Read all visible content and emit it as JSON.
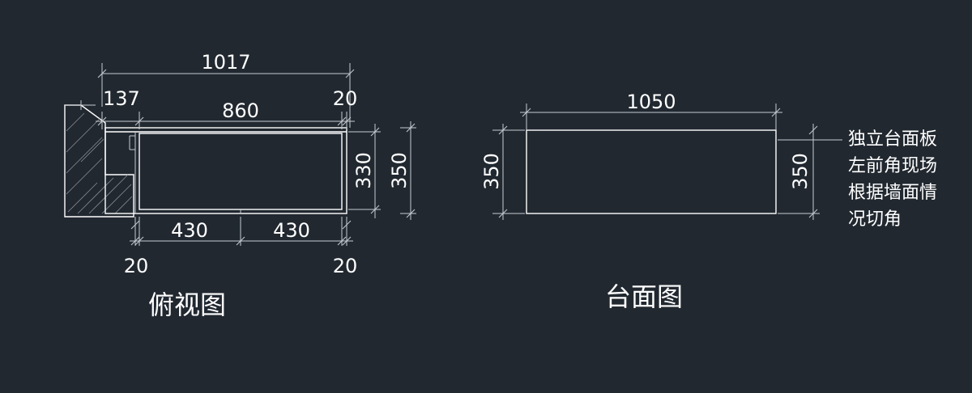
{
  "colors": {
    "background": "#212830",
    "lines": "#ffffff",
    "dim_lines": "#c8ccd2"
  },
  "top_view": {
    "dim_overall": "1017",
    "dim_left": "137",
    "dim_right_top": "20",
    "dim_inner": "860",
    "dim_depth_inner": "330",
    "dim_depth_outer": "350",
    "dim_bottom_left": "430",
    "dim_bottom_right": "430",
    "dim_bottom_end_left": "20",
    "dim_bottom_end_right": "20",
    "caption": "俯视图"
  },
  "countertop_view": {
    "dim_width": "1050",
    "dim_left_depth": "350",
    "dim_right_depth": "350",
    "caption": "台面图",
    "note_lines": [
      "独立台面板",
      "左前角现场",
      "根据墙面情",
      "况切角"
    ]
  }
}
